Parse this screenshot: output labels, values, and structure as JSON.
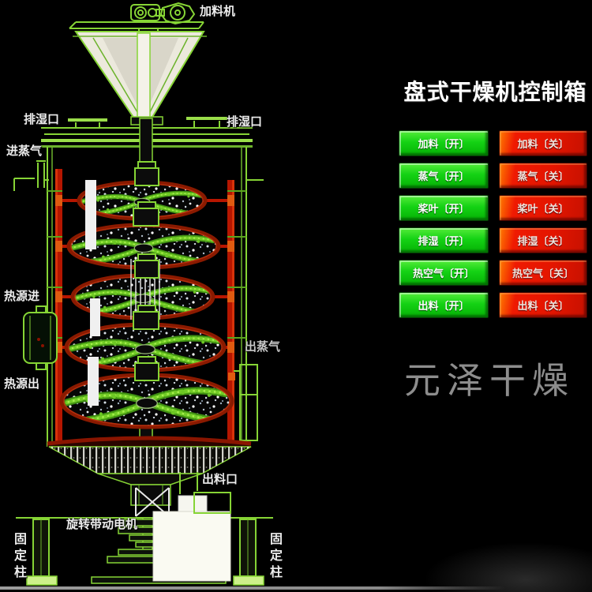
{
  "panel": {
    "title": "盘式干燥机控制箱",
    "buttons": [
      {
        "on": "加料〔开〕",
        "off": "加料〔关〕"
      },
      {
        "on": "蒸气〔开〕",
        "off": "蒸气〔关〕"
      },
      {
        "on": "桨叶〔开〕",
        "off": "桨叶〔关〕"
      },
      {
        "on": "排湿〔开〕",
        "off": "排湿〔关〕"
      },
      {
        "on": "热空气〔开〕",
        "off": "热空气〔关〕"
      },
      {
        "on": "出料〔开〕",
        "off": "出料〔关〕"
      }
    ]
  },
  "diagram": {
    "labels": {
      "feeder": "加料机",
      "moist_exhaust_left": "排湿口",
      "moist_exhaust_right": "排湿口",
      "steam_in": "进蒸气",
      "heat_source_in": "热源进",
      "heat_source_out": "热源出",
      "steam_out": "出蒸气",
      "discharge_port": "出料口",
      "drive_motor": "旋转带动电机",
      "fixed_column_left": "固定柱",
      "fixed_column_right": "固定柱"
    }
  },
  "watermark": "元泽干燥",
  "colors": {
    "background": "#000000",
    "button_on_green": "#14d214",
    "button_off_red": "#e31500",
    "line_green": "#86d435",
    "pipe_red": "#b51600",
    "disc_rim_red": "#8a1a00",
    "watermark_gray": "#8d8d8d"
  }
}
